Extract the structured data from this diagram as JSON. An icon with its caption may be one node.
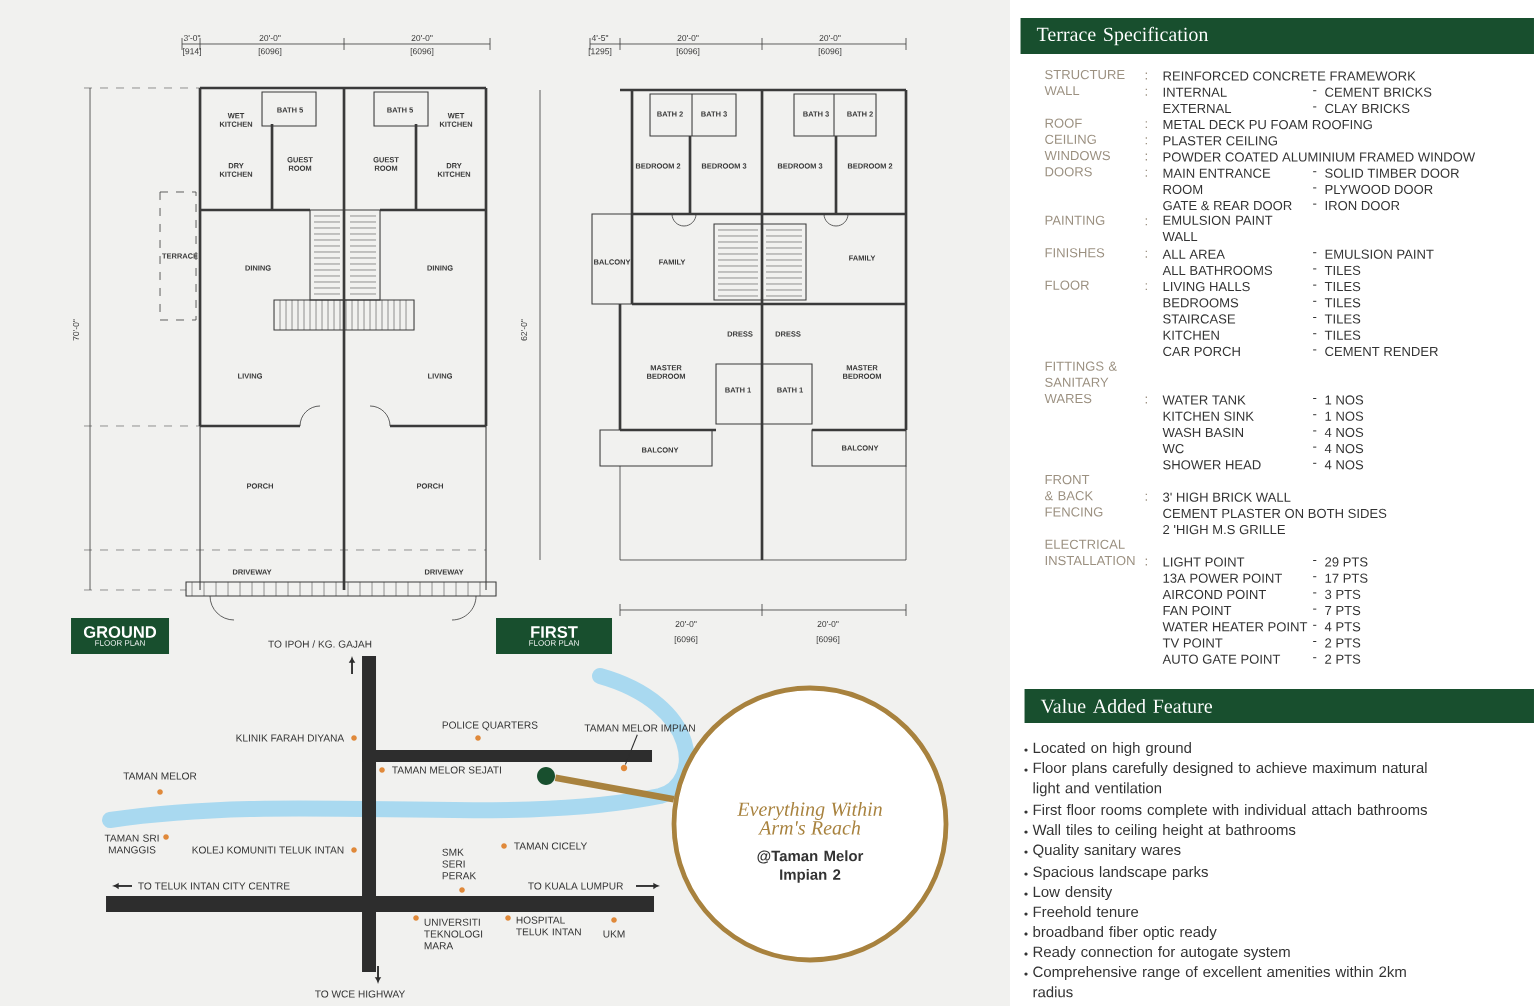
{
  "diagram": {
    "nodes": [
      {
        "text": [
          "Terrace Specification"
        ]
      },
      {
        "text": [
          "Value Added Feature"
        ]
      },
      {
        "text": [
          "GROUND",
          "FLOOR PLAN"
        ]
      },
      {
        "text": [
          "FIRST",
          "FLOOR PLAN"
        ]
      },
      {
        "text": [
          "Everything Within Arm's Reach",
          "@Taman Melor Impian 2"
        ]
      },
      {
        "text": [],
        "shape": "circle"
      },
      {
        "text": [
          "TAMAN MELOR IMPIAN"
        ]
      },
      {
        "text": [],
        "shape": "circle"
      }
    ],
    "edges": [
      {
        "from": 4,
        "to": 5,
        "arrow": "none",
        "style": "thick",
        "color": "#a8823e"
      },
      {
        "from": 6,
        "to": 7,
        "arrow": "none",
        "color": "#2d2d2d"
      }
    ],
    "labels": [
      "3'-0\"",
      "[914]",
      "20'-0\"",
      "[6096]",
      "20'-0\"",
      "[6096]",
      "70'-0\"",
      "WET KITCHEN",
      "BATH 5",
      "BATH 5",
      "WET KITCHEN",
      "DRY KITCHEN",
      "GUEST ROOM",
      "GUEST ROOM",
      "DRY KITCHEN",
      "TERRACE",
      "DINING",
      "DINING",
      "LIVING",
      "LIVING",
      "PORCH",
      "PORCH",
      "DRIVEWAY",
      "DRIVEWAY",
      "4'-5\"",
      "[1295]",
      "20'-0\"",
      "[6096]",
      "20'-0\"",
      "[6096]",
      "62'-0\"",
      "BATH 2",
      "BATH 3",
      "BATH 3",
      "BATH 2",
      "BEDROOM 2",
      "BEDROOM 3",
      "BEDROOM 3",
      "BEDROOM 2",
      "BALCONY",
      "FAMILY",
      "FAMILY",
      "DRESS",
      "DRESS",
      "MASTER BEDROOM",
      "BATH 1",
      "BATH 1",
      "MASTER BEDROOM",
      "BALCONY",
      "BALCONY",
      "20'-0\"",
      "[6096]",
      "20'-0\"",
      "[6096]",
      "TO IPOH / KG. GAJAH",
      "KLINIK FARAH DIYANA",
      "POLICE QUARTERS",
      "TAMAN MELOR",
      "TAMAN MELOR SEJATI",
      "TAMAN SRI MANGGIS",
      "KOLEJ KOMUNITI TELUK INTAN",
      "SMK SERI PERAK",
      "TAMAN CICELY",
      "TO TELUK INTAN CITY CENTRE",
      "TO KUALA LUMPUR",
      "UNIVERSITI TEKNOLOGI MARA",
      "HOSPITAL TELUK INTAN",
      "UKM",
      "TO WCE HIGHWAY",
      "STRUCTURE",
      ":",
      "REINFORCED CONCRETE FRAMEWORK",
      "WALL",
      ":",
      "INTERNAL",
      "-",
      "CEMENT BRICKS",
      "EXTERNAL",
      "-",
      "CLAY BRICKS",
      "ROOF",
      ":",
      "METAL DECK PU FOAM ROOFING",
      "CEILING",
      ":",
      "PLASTER CEILING",
      "WINDOWS",
      ":",
      "POWDER COATED ALUMINIUM FRAMED WINDOW",
      "DOORS",
      ":",
      "MAIN ENTRANCE",
      "-",
      "SOLID TIMBER DOOR",
      "ROOM",
      "-",
      "PLYWOOD DOOR",
      "GATE & REAR DOOR",
      "-",
      "IRON DOOR",
      "PAINTING",
      ":",
      "EMULSION PAINT WALL",
      "FINISHES",
      ":",
      "ALL AREA",
      "-",
      "EMULSION PAINT",
      "ALL BATHROOMS",
      "-",
      "TILES",
      "FLOOR",
      ":",
      "LIVING HALLS",
      "-",
      "TILES",
      "BEDROOMS",
      "-",
      "TILES",
      "STAIRCASE",
      "-",
      "TILES",
      "KITCHEN",
      "-",
      "TILES",
      "CAR PORCH",
      "-",
      "CEMENT RENDER",
      "FITTINGS & SANITARY WARES",
      ":",
      "WATER TANK",
      "-",
      "1 NOS",
      "KITCHEN SINK",
      "-",
      "1 NOS",
      "WASH BASIN",
      "-",
      "4 NOS",
      "WC",
      "-",
      "4 NOS",
      "SHOWER HEAD",
      "-",
      "4 NOS",
      "FRONT & BACK FENCING",
      ":",
      "3' HIGH BRICK WALL",
      "CEMENT PLASTER ON BOTH SIDES",
      "2 'HIGH M.S GRILLE",
      "ELECTRICAL INSTALLATION",
      ":",
      "LIGHT POINT",
      "-",
      "29 PTS",
      "13A POWER POINT",
      "-",
      "17 PTS",
      "AIRCOND POINT",
      "-",
      "3 PTS",
      "FAN POINT",
      "-",
      "7 PTS",
      "WATER HEATER POINT",
      "-",
      "4 PTS",
      "TV POINT",
      "-",
      "2 PTS",
      "AUTO GATE POINT",
      "-",
      "2 PTS",
      "Located on high ground",
      "Floor plans carefully designed to achieve maximum natural light and ventilation",
      "First floor rooms complete with individual attach bathrooms",
      "Wall tiles to ceiling height at bathrooms",
      "Quality sanitary wares",
      "Spacious landscape parks",
      "Low density",
      "Freehold tenure",
      "broadband fiber optic ready",
      "Ready connection for autogate system",
      "Comprehensive range of excellent amenities within 2km radius"
    ]
  }
}
